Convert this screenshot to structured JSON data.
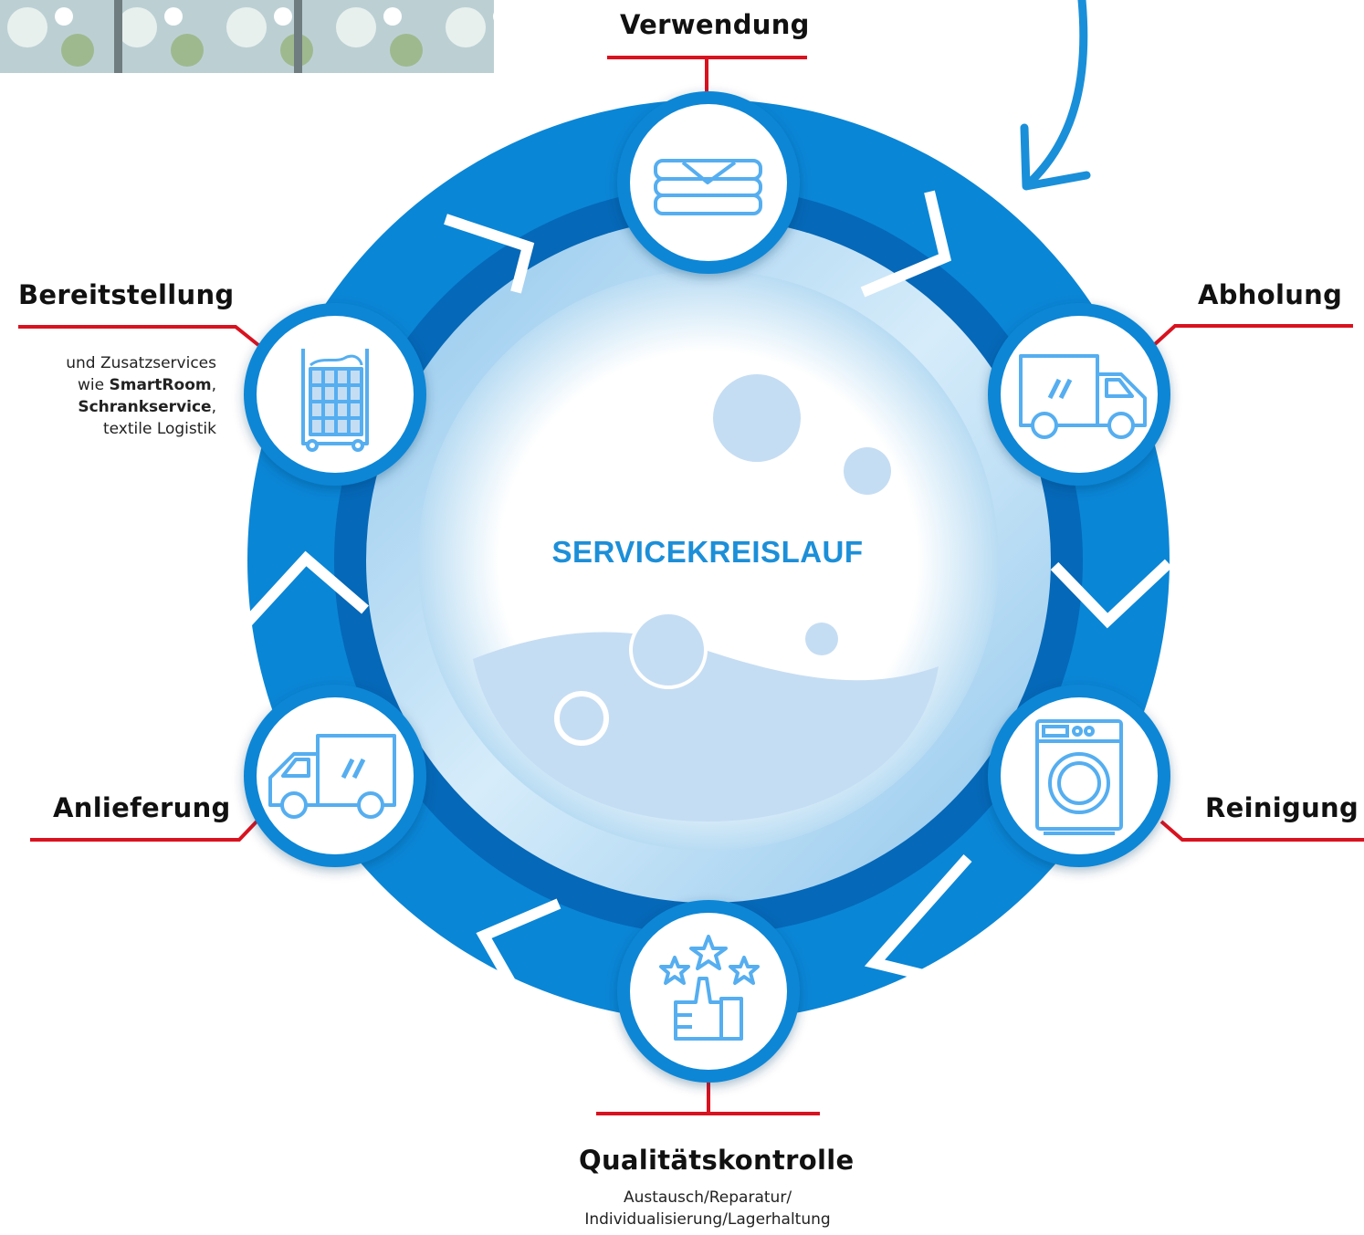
{
  "colors": {
    "ring": "#0a86d6",
    "ring_dark": "#0568b8",
    "accent_line": "#d9121f",
    "icon_stroke": "#55aef0",
    "center_text": "#1c8fd8",
    "bubble": "#c5ddf3"
  },
  "center": {
    "title": "SERVICEKREISLAUF"
  },
  "stages": {
    "verwendung": {
      "label": "Verwendung",
      "icon": "folded-linen-icon"
    },
    "abholung": {
      "label": "Abholung",
      "icon": "delivery-truck-icon"
    },
    "reinigung": {
      "label": "Reinigung",
      "icon": "washing-machine-icon"
    },
    "qualitaetskontrolle": {
      "label": "Qualitätskontrolle",
      "icon": "thumbs-up-stars-icon",
      "note_line1": "Austausch/Reparatur/",
      "note_line2": "Individualisierung/Lagerhaltung"
    },
    "anlieferung": {
      "label": "Anlieferung",
      "icon": "delivery-truck-icon"
    },
    "bereitstellung": {
      "label": "Bereitstellung",
      "icon": "laundry-cart-icon",
      "note_line1": "und Zusatzservices",
      "note_line2_prefix": "wie ",
      "note_line2_bold": "SmartRoom",
      "note_line2_suffix": ",",
      "note_line3_bold": "Schrankservice",
      "note_line3_suffix": ",",
      "note_line4": "textile Logistik"
    }
  }
}
